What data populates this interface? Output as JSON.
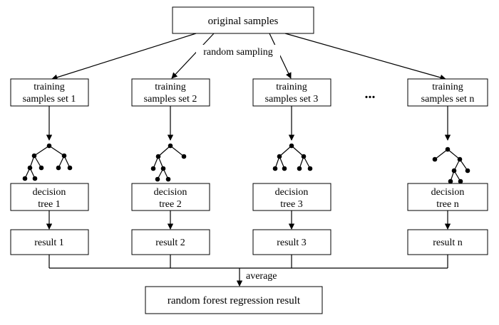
{
  "top": {
    "label": "original samples"
  },
  "sampling_label": "random sampling",
  "ellipsis": "...",
  "columns": [
    {
      "training": [
        "training",
        "samples set 1"
      ],
      "tree": [
        "decision",
        "tree 1"
      ],
      "result": "result 1"
    },
    {
      "training": [
        "training",
        "samples set 2"
      ],
      "tree": [
        "decision",
        "tree 2"
      ],
      "result": "result 2"
    },
    {
      "training": [
        "training",
        "samples set 3"
      ],
      "tree": [
        "decision",
        "tree 3"
      ],
      "result": "result 3"
    },
    {
      "training": [
        "training",
        "samples set n"
      ],
      "tree": [
        "decision",
        "tree n"
      ],
      "result": "result n"
    }
  ],
  "average_label": "average",
  "final": {
    "label": "random forest regression result"
  }
}
